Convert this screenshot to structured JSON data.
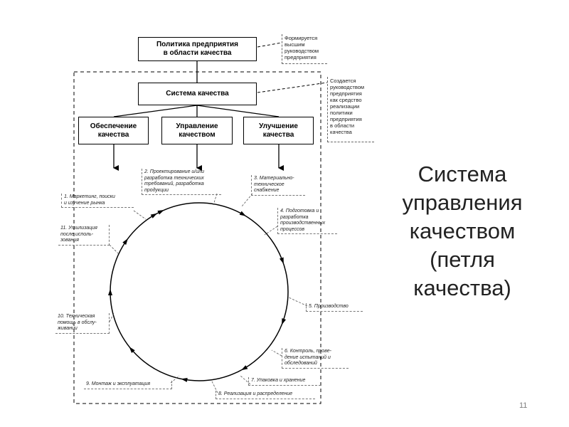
{
  "diagram": {
    "policy_box": [
      "Политика предприятия",
      "в области качества"
    ],
    "policy_note": [
      "Формируется",
      "высшим",
      "руководством",
      "предприятия"
    ],
    "system_box": "Система качества",
    "system_note": [
      "Создается",
      "руководством",
      "предприятия",
      "как средство",
      "реализации",
      "политики",
      "предприятия",
      "в области",
      "качества"
    ],
    "sub_boxes": [
      [
        "Обеспечение",
        "качества"
      ],
      [
        "Управление",
        "качеством"
      ],
      [
        "Улучшение",
        "качества"
      ]
    ],
    "steps": [
      [
        "1. Маркетинг, поиски",
        "и изучение рынка"
      ],
      [
        "2. Проектирование и/или",
        "разработка технических",
        "требований, разработка",
        "продукции"
      ],
      [
        "3. Материально-",
        "техническое",
        "снабжение"
      ],
      [
        "4. Подготовка и",
        "разработка",
        "производственных",
        "процессов"
      ],
      [
        "5. Производство"
      ],
      [
        "6. Контроль, прове-",
        "дение испытаний и",
        "обследований"
      ],
      [
        "7. Упаковка и хранение"
      ],
      [
        "8. Реализация и распределение"
      ],
      [
        "9. Монтаж и эксплуатация"
      ],
      [
        "10. Техническая",
        "помощь в обслу-",
        "живании"
      ],
      [
        "11. Утилизация",
        "после исполь-",
        "зования"
      ]
    ]
  },
  "slide": {
    "title_lines": [
      "Система",
      "управления",
      "качеством",
      "(петля",
      "качества)"
    ],
    "page_number": "11"
  }
}
